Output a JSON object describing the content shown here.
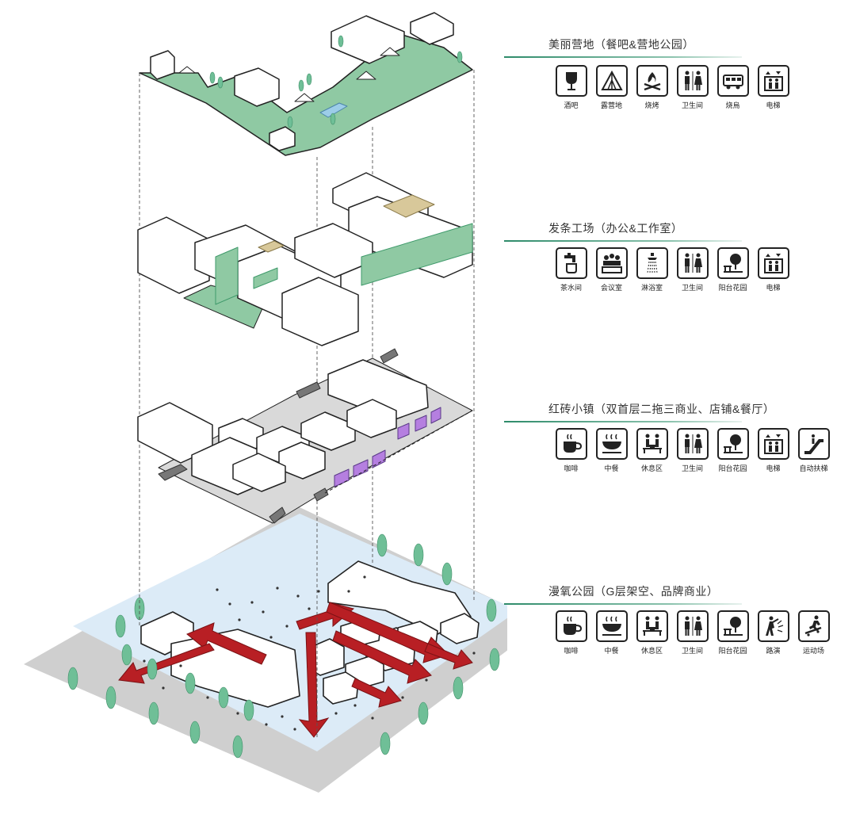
{
  "colors": {
    "green": "#8fc9a3",
    "green_dark": "#3f9a6b",
    "tree": "#6fbf97",
    "ground_blue": "#dcebf7",
    "ground_gray": "#cfcfcf",
    "arrow_red": "#b81f24",
    "purple": "#b57fe0",
    "sand": "#d8c89a",
    "pool": "#9ccde8",
    "rule": "#2e8b6a"
  },
  "layers": [
    {
      "title": "美丽营地（餐吧&营地公园）",
      "amenities": [
        {
          "label": "酒吧",
          "icon": "wine-glass-icon"
        },
        {
          "label": "露营地",
          "icon": "tent-icon"
        },
        {
          "label": "烧烤",
          "icon": "campfire-icon"
        },
        {
          "label": "卫生间",
          "icon": "restroom-icon"
        },
        {
          "label": "烧烏",
          "icon": "rv-camper-icon"
        },
        {
          "label": "电梯",
          "icon": "elevator-icon"
        }
      ]
    },
    {
      "title": "发条工场（办公&工作室）",
      "amenities": [
        {
          "label": "茶水间",
          "icon": "water-tap-icon"
        },
        {
          "label": "会议室",
          "icon": "meeting-icon"
        },
        {
          "label": "淋浴室",
          "icon": "shower-icon"
        },
        {
          "label": "卫生间",
          "icon": "restroom-icon"
        },
        {
          "label": "阳台花园",
          "icon": "garden-tree-icon"
        },
        {
          "label": "电梯",
          "icon": "elevator-icon"
        }
      ]
    },
    {
      "title": "红砖小镇（双首层二拖三商业、店铺&餐厅）",
      "amenities": [
        {
          "label": "咖啡",
          "icon": "coffee-cup-icon"
        },
        {
          "label": "中餐",
          "icon": "bowl-icon"
        },
        {
          "label": "休息区",
          "icon": "bench-people-icon"
        },
        {
          "label": "卫生间",
          "icon": "restroom-icon"
        },
        {
          "label": "阳台花园",
          "icon": "garden-tree-icon"
        },
        {
          "label": "电梯",
          "icon": "elevator-icon"
        },
        {
          "label": "自动扶梯",
          "icon": "escalator-icon"
        }
      ]
    },
    {
      "title": "漫氧公园（G层架空、品牌商业）",
      "amenities": [
        {
          "label": "咖啡",
          "icon": "coffee-cup-icon"
        },
        {
          "label": "中餐",
          "icon": "bowl-icon"
        },
        {
          "label": "休息区",
          "icon": "bench-people-icon"
        },
        {
          "label": "卫生间",
          "icon": "restroom-icon"
        },
        {
          "label": "阳台花园",
          "icon": "garden-tree-icon"
        },
        {
          "label": "路演",
          "icon": "performer-icon"
        },
        {
          "label": "运动场",
          "icon": "skateboard-icon"
        }
      ]
    }
  ]
}
